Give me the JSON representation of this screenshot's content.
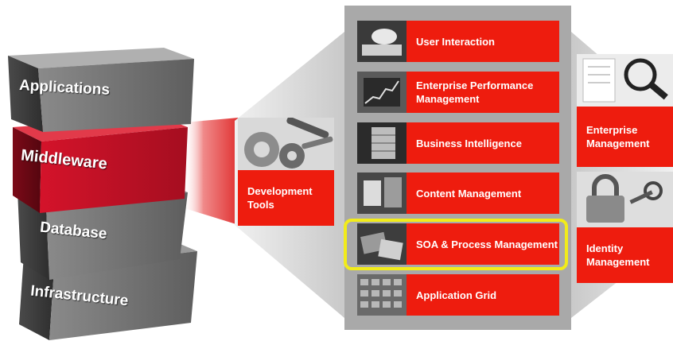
{
  "stack": {
    "applications": "Applications",
    "middleware": "Middleware",
    "database": "Database",
    "infrastructure": "Infrastructure"
  },
  "development_tools": "Development Tools",
  "panel_items": [
    "User Interaction",
    "Enterprise Performance Management",
    "Business Intelligence",
    "Content Management",
    "SOA & Process Management",
    "Application Grid"
  ],
  "side_cards": {
    "enterprise_management": "Enterprise Management",
    "identity_management": "Identity Management"
  },
  "colors": {
    "accent_red": "#ee1c0e",
    "block_gray": "#6d6d6d",
    "block_red": "#c8102e",
    "panel_gray": "#a9a9a9",
    "highlight_yellow": "#f2ec1a"
  }
}
